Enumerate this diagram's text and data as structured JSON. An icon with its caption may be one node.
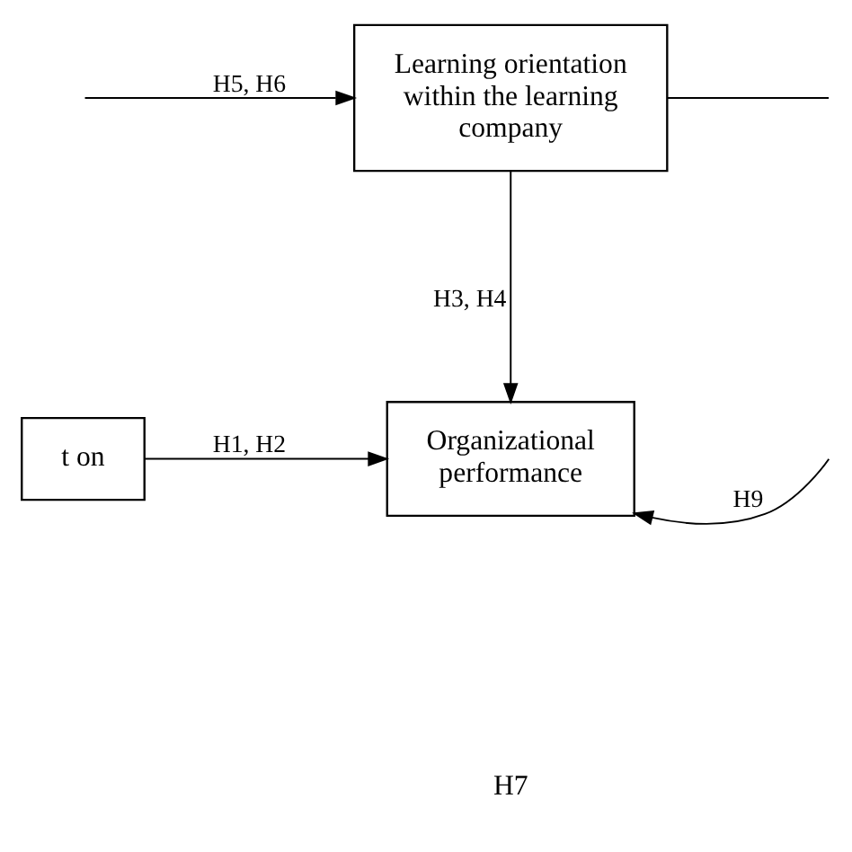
{
  "diagram": {
    "nodes": [
      {
        "text": [
          "Learning orientation within the learning company"
        ]
      },
      {
        "text": [
          "Organizational performance"
        ]
      },
      {
        "text": [
          "t on"
        ]
      }
    ],
    "edges": [
      {
        "from": null,
        "to": 0,
        "arrow": "to",
        "label": "H5, H6"
      },
      {
        "from": 0,
        "to": null,
        "arrow": "none"
      },
      {
        "from": 0,
        "to": 1,
        "arrow": "to",
        "label": "H3, H4"
      },
      {
        "from": 2,
        "to": 1,
        "arrow": "to",
        "label": "H1, H2"
      },
      {
        "from": null,
        "to": 1,
        "arrow": "to",
        "label": "H9"
      }
    ],
    "labels": [
      "H7"
    ]
  }
}
